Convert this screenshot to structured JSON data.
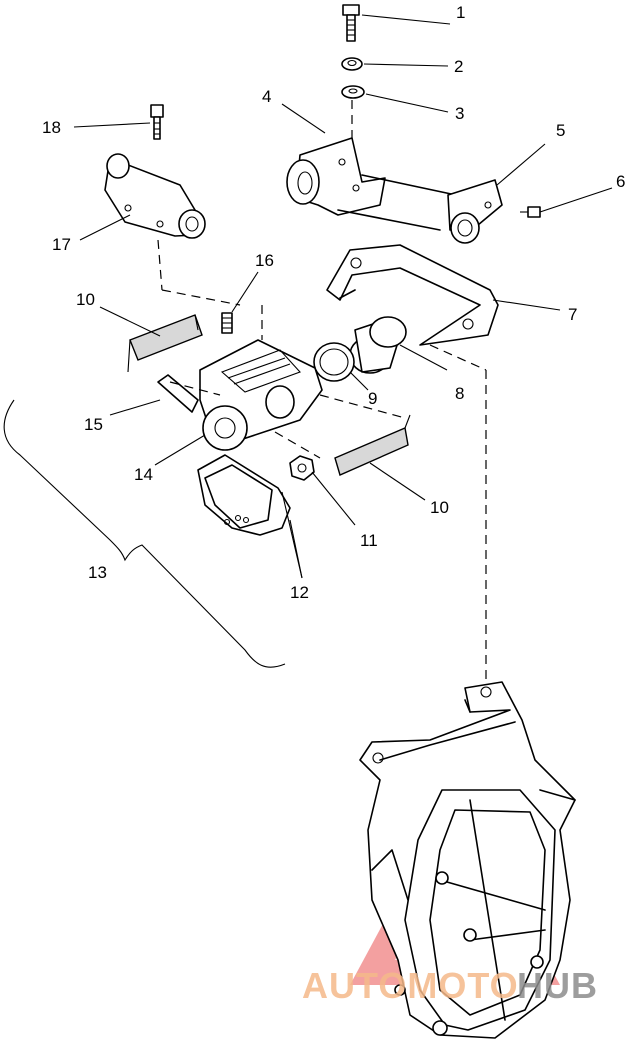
{
  "callouts": [
    {
      "id": "1",
      "label": "1"
    },
    {
      "id": "2",
      "label": "2"
    },
    {
      "id": "3",
      "label": "3"
    },
    {
      "id": "4",
      "label": "4"
    },
    {
      "id": "5",
      "label": "5"
    },
    {
      "id": "6",
      "label": "6"
    },
    {
      "id": "7",
      "label": "7"
    },
    {
      "id": "8",
      "label": "8"
    },
    {
      "id": "9",
      "label": "9"
    },
    {
      "id": "10a",
      "label": "10"
    },
    {
      "id": "10b",
      "label": "10"
    },
    {
      "id": "11",
      "label": "11"
    },
    {
      "id": "12",
      "label": "12"
    },
    {
      "id": "13",
      "label": "13"
    },
    {
      "id": "14",
      "label": "14"
    },
    {
      "id": "15",
      "label": "15"
    },
    {
      "id": "16",
      "label": "16"
    },
    {
      "id": "17",
      "label": "17"
    },
    {
      "id": "18",
      "label": "18"
    }
  ],
  "watermark": {
    "text_part1": "AUTOMOTO",
    "text_part2": "HUB",
    "color_part1": "#f5b98a",
    "color_part2": "#8c8c8c",
    "logo_color": "#e84a4a"
  }
}
